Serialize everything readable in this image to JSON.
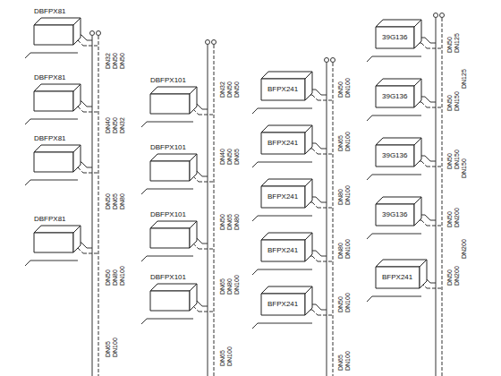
{
  "diagram": {
    "nodes": [
      {
        "text": [
          "DBFPX81"
        ]
      },
      {
        "text": [
          "DBFPX81"
        ]
      },
      {
        "text": [
          "DBFPX81"
        ]
      },
      {
        "text": [
          "DBFPX81"
        ]
      },
      {
        "text": [
          "DBFPX101"
        ]
      },
      {
        "text": [
          "DBFPX101"
        ]
      },
      {
        "text": [
          "DBFPX101"
        ]
      },
      {
        "text": [
          "DBFPX101"
        ]
      },
      {
        "text": [
          "BFPX241"
        ]
      },
      {
        "text": [
          "BFPX241"
        ]
      },
      {
        "text": [
          "BFPX241"
        ]
      },
      {
        "text": [
          "BFPX241"
        ]
      },
      {
        "text": [
          "BFPX241"
        ]
      },
      {
        "text": [
          "39G136"
        ]
      },
      {
        "text": [
          "39G136"
        ]
      },
      {
        "text": [
          "39G136"
        ]
      },
      {
        "text": [
          "39G136"
        ]
      },
      {
        "text": [
          "BFPX241"
        ]
      }
    ],
    "labels": [
      "DN32",
      "DN50",
      "DN50",
      "DN40",
      "DN50",
      "DN32",
      "DN50",
      "DN65",
      "DN80",
      "DN50",
      "DN80",
      "DN100",
      "DN65",
      "DN100",
      "DN32",
      "DN50",
      "DN50",
      "DN40",
      "DN50",
      "DN65",
      "DN50",
      "DN65",
      "DN80",
      "DN65",
      "DN80",
      "DN100",
      "DN65",
      "DN100",
      "DN50",
      "DN100",
      "DN65",
      "DN100",
      "DN80",
      "DN100",
      "DN80",
      "DN100",
      "DN50",
      "DN100",
      "DN65",
      "DN100",
      "DN50",
      "DN125",
      "DN50",
      "DN150",
      "DN50",
      "DN150",
      "DN50",
      "DN200",
      "DN50",
      "DN200",
      "DN125",
      "DN150",
      "DN200"
    ]
  }
}
